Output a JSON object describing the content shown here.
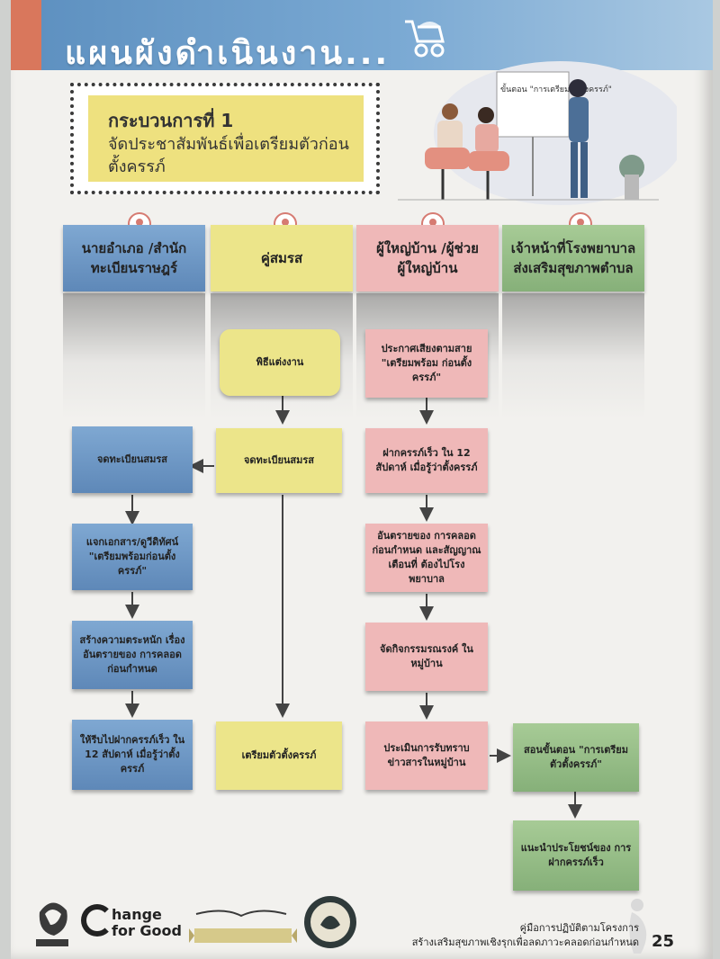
{
  "header": {
    "title": "แผนผังดำเนินงาน..."
  },
  "process": {
    "title": "กระบวนการที่ 1",
    "description": "จัดประชาสัมพันธ์เพื่อเตรียมตัวก่อนตั้งครรภ์"
  },
  "illustration": {
    "board_text": "ขั้นตอน \"การเตรียมตัวตั้งครรภ์\""
  },
  "columns": [
    {
      "label": "นายอำเภอ /สำนักทะเบียนราษฎร์",
      "color": "#6f9bc8",
      "icon": "person-icon"
    },
    {
      "label": "คู่สมรส",
      "color": "#ece58a",
      "icon": "couple-icon"
    },
    {
      "label": "ผู้ใหญ่บ้าน /ผู้ช่วยผู้ใหญ่บ้าน",
      "color": "#efb8b8",
      "icon": "people-icon"
    },
    {
      "label": "เจ้าหน้าที่โรงพยาบาล ส่งเสริมสุขภาพตำบล",
      "color": "#9dc48c",
      "icon": "health-heart-icon"
    }
  ],
  "nodes": {
    "registrar": [
      "จดทะเบียนสมรส",
      "แจกเอกสาร/ดูวีดิทัศน์ \"เตรียมพร้อมก่อนตั้งครรภ์\"",
      "สร้างความตระหนัก เรื่องอันตรายของ การคลอดก่อนกำหนด",
      "ให้รีบไปฝากครรภ์เร็ว ใน 12 สัปดาห์ เมื่อรู้ว่าตั้งครรภ์"
    ],
    "couple": [
      "พิธีแต่งงาน",
      "จดทะเบียนสมรส",
      "เตรียมตัวตั้งครรภ์"
    ],
    "headman": [
      "ประกาศเสียงตามสาย \"เตรียมพร้อม ก่อนตั้งครรภ์\"",
      "ฝากครรภ์เร็ว ใน 12 สัปดาห์ เมื่อรู้ว่าตั้งครรภ์",
      "อันตรายของ การคลอดก่อนกำหนด และสัญญาณเตือนที่ ต้องไปโรงพยาบาล",
      "จัดกิจกรรมรณรงค์ ในหมู่บ้าน",
      "ประเมินการรับทราบ ข่าวสารในหมู่บ้าน"
    ],
    "health_staff": [
      "สอนขั้นตอน \"การเตรียมตัวตั้งครรภ์\"",
      "แนะนำประโยชน์ของ การฝากครรภ์เร็ว"
    ]
  },
  "footer": {
    "brand_line1": "hange",
    "brand_line2": "for Good",
    "manual_line1": "คู่มือการปฏิบัติตามโครงการ",
    "manual_line2": "สร้างเสริมสุขภาพเชิงรุกเพื่อลดภาวะคลอดก่อนกำหนด",
    "page_number": "25"
  }
}
